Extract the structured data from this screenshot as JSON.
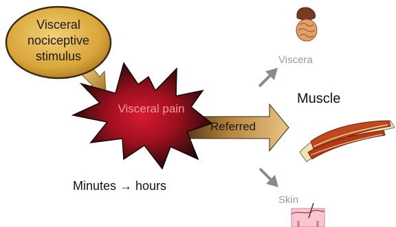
{
  "stimulus": {
    "lines": [
      "Visceral",
      "nociceptive",
      "stimulus"
    ]
  },
  "pain_burst": {
    "label": "Visceral pain"
  },
  "referred_arrow": {
    "label": "Referred"
  },
  "targets": {
    "viscera": "Viscera",
    "muscle": "Muscle",
    "skin": "Skin"
  },
  "timescale": "Minutes → hours",
  "icons": [
    "viscera-organs-icon",
    "muscle-anatomy-icon",
    "skin-section-icon"
  ],
  "colors": {
    "stimulus_fill": "#d9a63a",
    "burst_core": "#c0162b",
    "burst_edge": "#1a0a08",
    "arrow_gold": "#c99a45",
    "gray_arrow": "#8a8a8a"
  }
}
